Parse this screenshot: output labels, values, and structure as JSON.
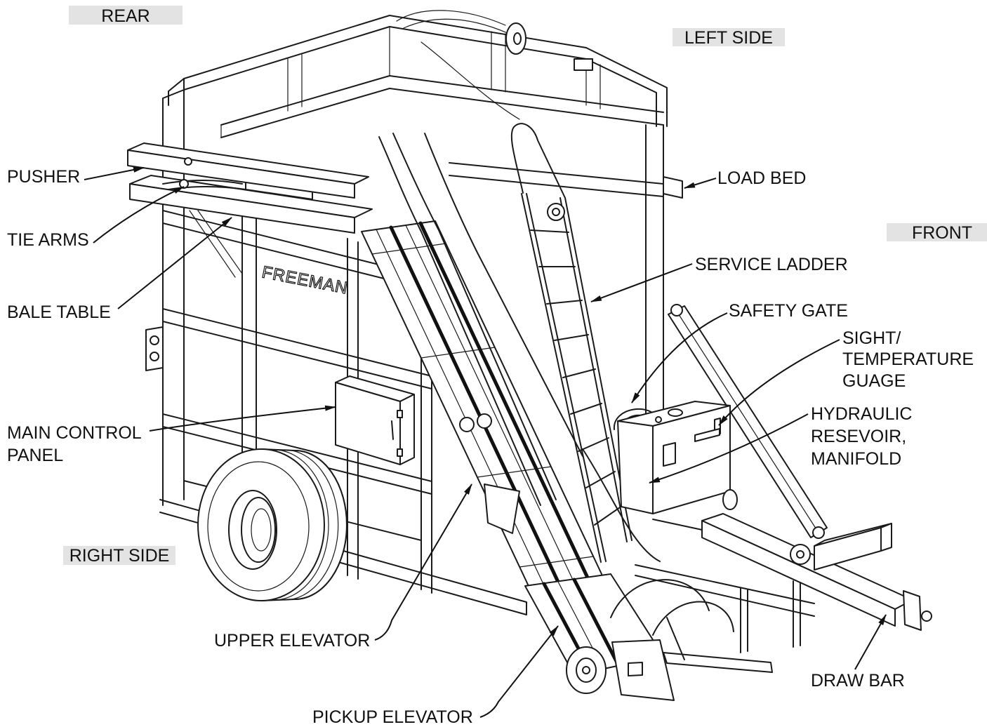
{
  "section_labels": {
    "rear": "REAR",
    "left_side": "LEFT SIDE",
    "front": "FRONT",
    "right_side": "RIGHT SIDE"
  },
  "callouts": {
    "pusher": "PUSHER",
    "tie_arms": "TIE ARMS",
    "bale_table": "BALE TABLE",
    "main_control_panel": [
      "MAIN CONTROL",
      "PANEL"
    ],
    "load_bed": "LOAD BED",
    "service_ladder": "SERVICE LADDER",
    "safety_gate": "SAFETY GATE",
    "sight_temperature_gauge": [
      "SIGHT/",
      "TEMPERATURE",
      "GUAGE"
    ],
    "hydraulic_reservoir_manifold": [
      "HYDRAULIC",
      "RESEVOIR,",
      "MANIFOLD"
    ],
    "upper_elevator": "UPPER ELEVATOR",
    "pickup_elevator": "PICKUP ELEVATOR",
    "draw_bar": "DRAW BAR"
  },
  "machine": {
    "brand": "FREEMAN"
  },
  "colors": {
    "line": "#111111",
    "section_label_box": "#e3e3e3",
    "background": "#ffffff"
  }
}
